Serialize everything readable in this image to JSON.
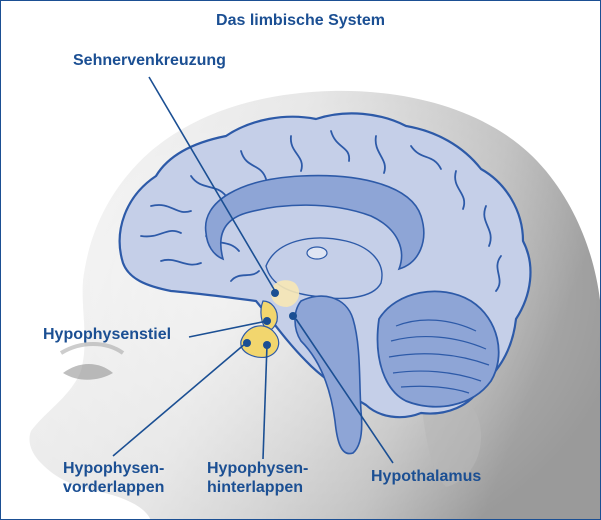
{
  "title": "Das limbische System",
  "labels": {
    "optic_chiasm": "Sehnervenkreuzung",
    "pituitary_stalk": "Hypophysenstiel",
    "anterior_lobe_line1": "Hypophysen-",
    "anterior_lobe_line2": "vorderlappen",
    "posterior_lobe_line1": "Hypophysen-",
    "posterior_lobe_line2": "hinterlappen",
    "hypothalamus": "Hypothalamus"
  },
  "colors": {
    "label_blue": "#1b4f93",
    "brain_fill": "#c5cfe8",
    "brain_inner": "#8ea5d6",
    "outline": "#2d5aa8",
    "pituitary_yellow": "#f2d66e",
    "skin_light": "#ededed",
    "skin_dark": "#a9a9a9"
  }
}
